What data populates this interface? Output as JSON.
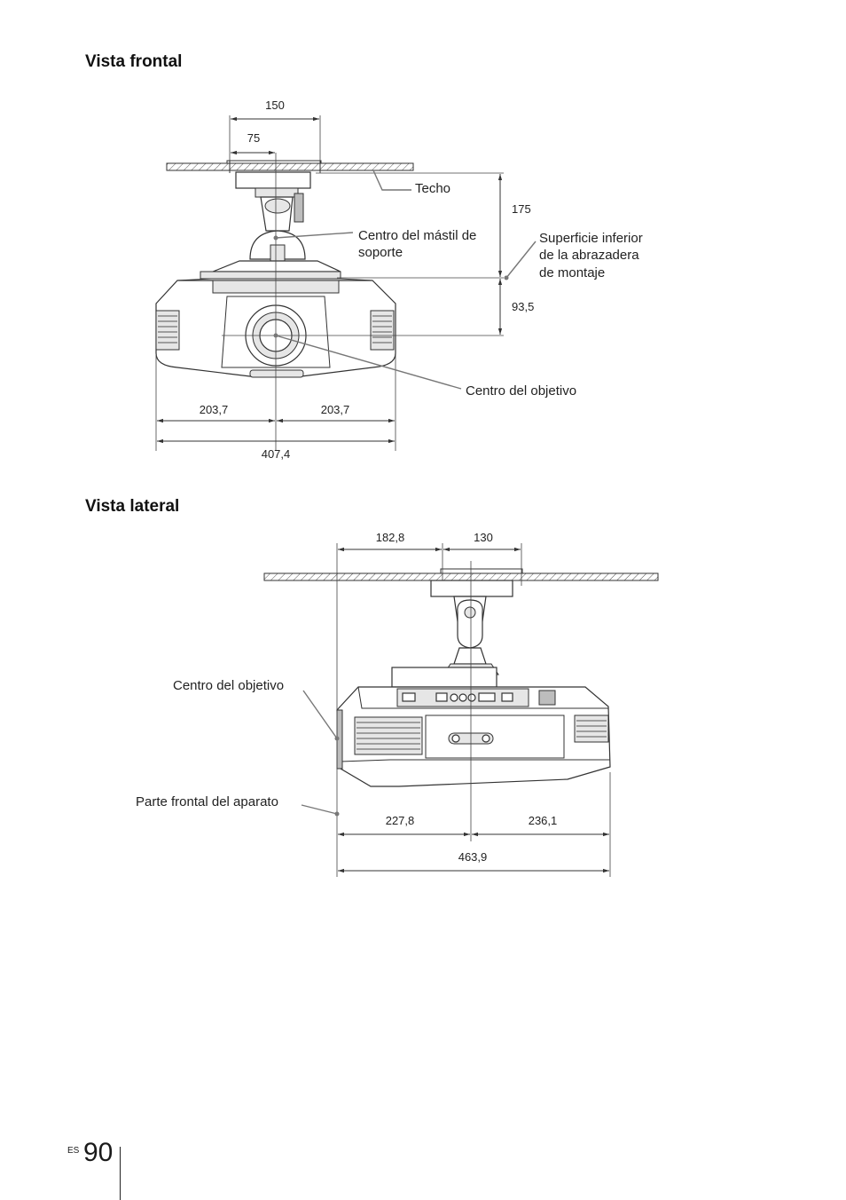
{
  "front_view": {
    "title": "Vista frontal",
    "dims": {
      "top_150": "150",
      "top_75": "75",
      "v_175": "175",
      "v_93": "93,5",
      "left_half": "203,7",
      "right_half": "203,7",
      "total": "407,4"
    },
    "labels": {
      "ceiling": "Techo",
      "mast_center_1": "Centro del mástil de",
      "mast_center_2": "soporte",
      "bottom_surface_1": "Superficie inferior",
      "bottom_surface_2": "de la abrazadera",
      "bottom_surface_3": "de montaje",
      "lens_center": "Centro del objetivo"
    }
  },
  "side_view": {
    "title": "Vista lateral",
    "dims": {
      "top_left": "182,8",
      "top_right": "130",
      "bottom_left": "227,8",
      "bottom_right": "236,1",
      "total": "463,9"
    },
    "labels": {
      "lens_center": "Centro del objetivo",
      "front": "Parte frontal del aparato"
    }
  },
  "footer": {
    "lang": "ES",
    "page_number": "90"
  }
}
